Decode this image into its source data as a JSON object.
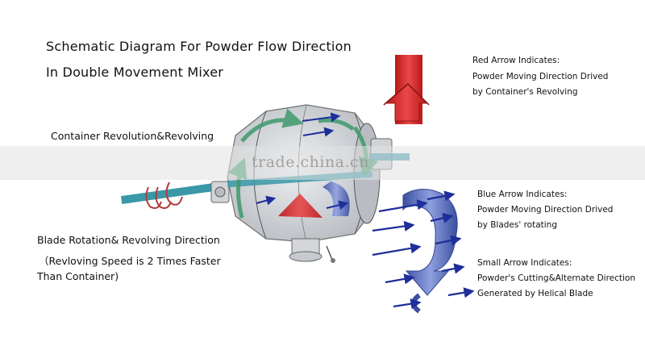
{
  "title": {
    "line1": "Schematic Diagram For Powder Flow Direction",
    "line2": "In Double Movement Mixer"
  },
  "labels": {
    "container": "Container Revolution&Revolving",
    "blade_line1": "Blade Rotation& Revolving Direction",
    "blade_line2": "（Revloving Speed is 2 Times Faster",
    "blade_line3": "Than Container)"
  },
  "legend": {
    "red": [
      "Red Arrow Indicates:",
      "Powder Moving Direction Drived",
      "by Container's Revolving"
    ],
    "blue": [
      "Blue Arrow Indicates:",
      "Powder Moving Direction Drived",
      "by Blades' rotating"
    ],
    "small": [
      "Small Arrow Indicates:",
      "Powder's Cutting&Alternate Direction",
      "Generated by Helical Blade"
    ]
  },
  "watermark": "trade.china.cn",
  "colors": {
    "red_arrow": "#d42a2a",
    "blue_arrow": "#4d63b8",
    "navy_arrow": "#1e2e9a",
    "green_arrow": "#3e9a6c",
    "shaft": "#3a98a8",
    "vessel": "#c9ccd0"
  }
}
